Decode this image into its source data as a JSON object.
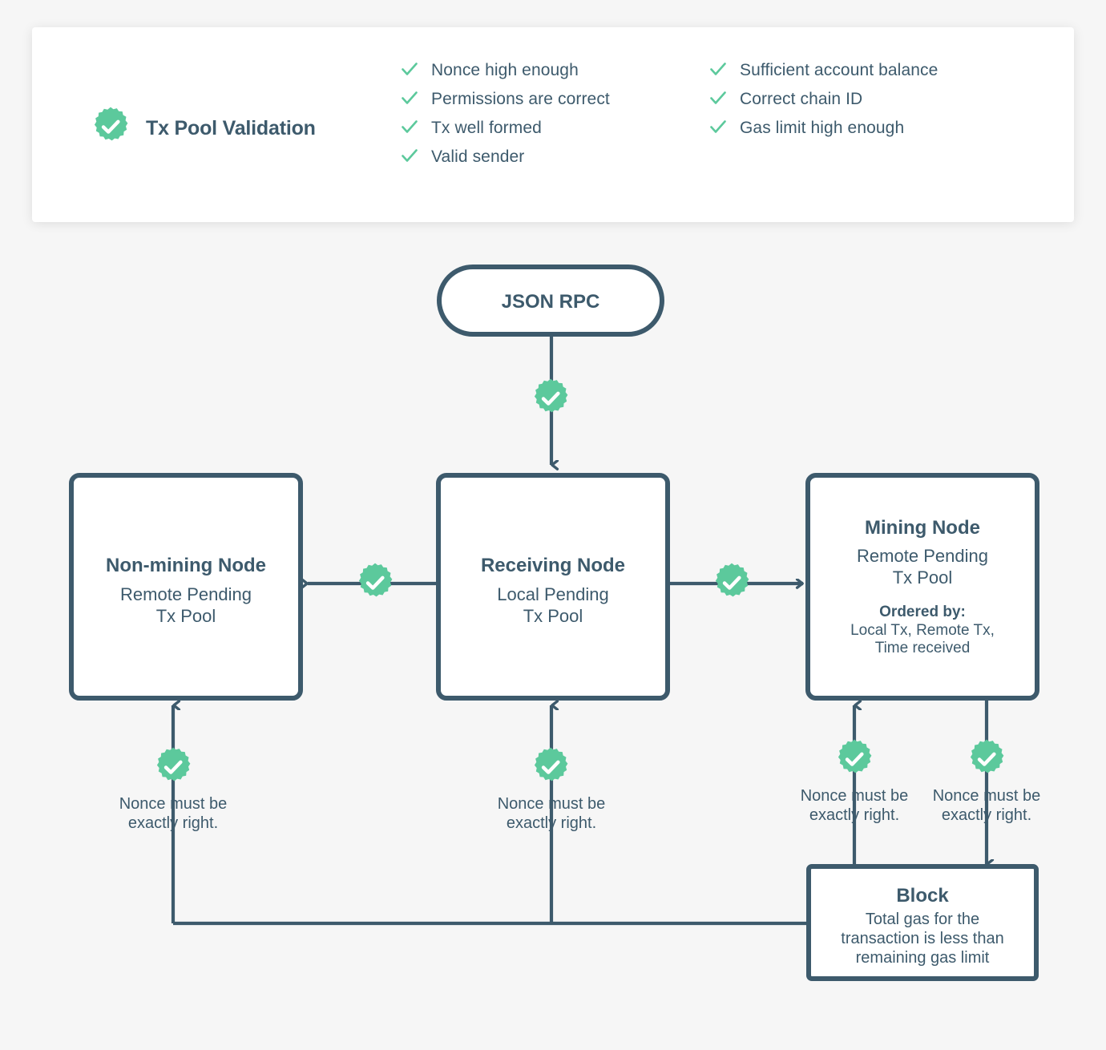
{
  "theme": {
    "background": "#f6f6f6",
    "panel_bg": "#ffffff",
    "navy": "#3d5a6c",
    "green": "#5cc99c",
    "white": "#ffffff"
  },
  "validation_panel": {
    "badge_icon": "check-badge-icon",
    "title": "Tx Pool Validation",
    "columns": [
      {
        "items": [
          "Nonce high enough",
          "Permissions are correct",
          "Tx well formed",
          "Valid sender"
        ]
      },
      {
        "items": [
          "Sufficient account balance",
          "Correct chain ID",
          "Gas limit high enough"
        ]
      }
    ],
    "tick_icon": "checkmark-icon"
  },
  "diagram": {
    "entry_node": {
      "label": "JSON RPC"
    },
    "nodes": [
      {
        "id": "non-mining-node",
        "title": "Non-mining Node",
        "subtitle_line1": "Remote Pending",
        "subtitle_line2": "Tx Pool"
      },
      {
        "id": "receiving-node",
        "title": "Receiving Node",
        "subtitle_line1": "Local Pending",
        "subtitle_line2": "Tx Pool"
      },
      {
        "id": "mining-node",
        "title": "Mining Node",
        "subtitle_line1": "Remote Pending",
        "subtitle_line2": "Tx Pool",
        "ordered_by_label": "Ordered by:",
        "ordered_by_line1": "Local Tx, Remote Tx,",
        "ordered_by_line2": "Time received"
      }
    ],
    "block": {
      "title": "Block",
      "line1": "Total gas for the",
      "line2": "transaction is less than",
      "line3": "remaining gas limit"
    },
    "nonce_captions": [
      {
        "id": "nonce-caption-left",
        "line1": "Nonce must be",
        "line2": "exactly right."
      },
      {
        "id": "nonce-caption-center",
        "line1": "Nonce must be",
        "line2": "exactly right."
      },
      {
        "id": "nonce-caption-mining-in",
        "line1": "Nonce must be",
        "line2": "exactly right."
      },
      {
        "id": "nonce-caption-mining-out",
        "line1": "Nonce must be",
        "line2": "exactly right."
      }
    ],
    "badges": [
      {
        "id": "badge-rpc-to-receiving"
      },
      {
        "id": "badge-receiving-to-nonmining"
      },
      {
        "id": "badge-receiving-to-mining"
      },
      {
        "id": "badge-block-to-nonmining"
      },
      {
        "id": "badge-block-to-receiving"
      },
      {
        "id": "badge-block-to-mining"
      },
      {
        "id": "badge-mining-to-block"
      }
    ]
  }
}
